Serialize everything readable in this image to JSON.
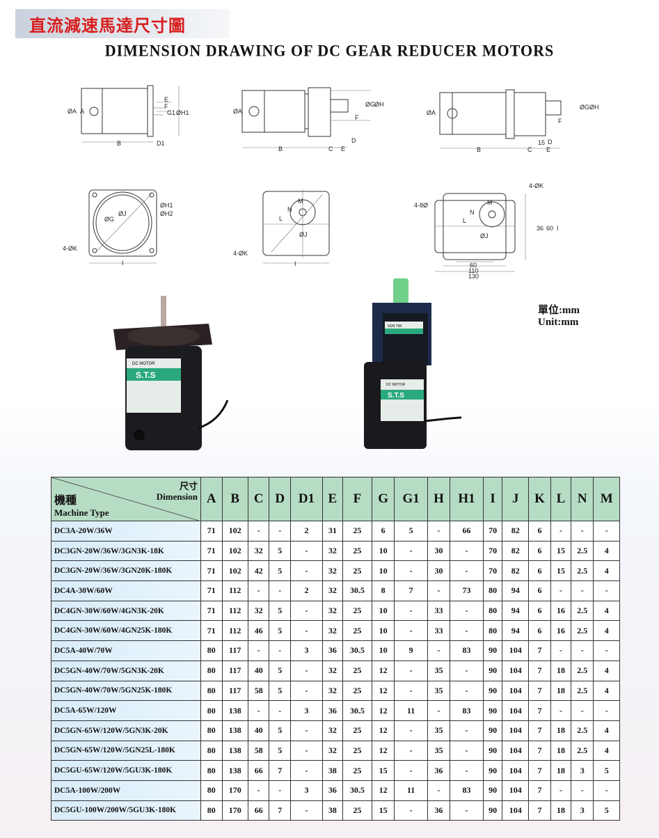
{
  "header": {
    "title_cn": "直流減速馬達尺寸圖",
    "title_en": "DIMENSION DRAWING OF DC GEAR REDUCER  MOTORS"
  },
  "labels": {
    "A": "A",
    "dA": "ØA",
    "B": "B",
    "C": "C",
    "D": "D",
    "D1": "D1",
    "E": "E",
    "F": "F",
    "G": "ØG",
    "G1": "G1",
    "H": "ØH",
    "H1": "ØH1",
    "H2": "ØH2",
    "I": "I",
    "J": "ØJ",
    "K4": "4-ØK",
    "L": "L",
    "M": "M",
    "N": "N",
    "B8": "4-8Ø",
    "d15": "15",
    "d36": "36",
    "d60": "60",
    "d110": "110",
    "d130": "130"
  },
  "unit": {
    "cn": "單位:mm",
    "en": "Unit:mm"
  },
  "photos": {
    "label1_top": "DC MOTOR",
    "brand": "S.T.S",
    "label2_top": "5GN   75K"
  },
  "table": {
    "corner": {
      "dimension_cn": "尺寸",
      "dimension_en": "Dimension",
      "type_cn": "機種",
      "type_en": "Machine Type"
    },
    "columns": [
      "A",
      "B",
      "C",
      "D",
      "D1",
      "E",
      "F",
      "G",
      "G1",
      "H",
      "H1",
      "I",
      "J",
      "K",
      "L",
      "N",
      "M"
    ],
    "rows": [
      {
        "type": "DC3A-20W/36W",
        "v": [
          "71",
          "102",
          "-",
          "-",
          "2",
          "31",
          "25",
          "6",
          "5",
          "-",
          "66",
          "70",
          "82",
          "6",
          "-",
          "-",
          "-"
        ]
      },
      {
        "type": "DC3GN-20W/36W/3GN3K-18K",
        "v": [
          "71",
          "102",
          "32",
          "5",
          "-",
          "32",
          "25",
          "10",
          "-",
          "30",
          "-",
          "70",
          "82",
          "6",
          "15",
          "2.5",
          "4"
        ]
      },
      {
        "type": "DC3GN-20W/36W/3GN20K-180K",
        "v": [
          "71",
          "102",
          "42",
          "5",
          "-",
          "32",
          "25",
          "10",
          "-",
          "30",
          "-",
          "70",
          "82",
          "6",
          "15",
          "2.5",
          "4"
        ]
      },
      {
        "type": "DC4A-30W/60W",
        "v": [
          "71",
          "112",
          "-",
          "-",
          "2",
          "32",
          "30.5",
          "8",
          "7",
          "-",
          "73",
          "80",
          "94",
          "6",
          "-",
          "-",
          "-"
        ]
      },
      {
        "type": "DC4GN-30W/60W/4GN3K-20K",
        "v": [
          "71",
          "112",
          "32",
          "5",
          "-",
          "32",
          "25",
          "10",
          "-",
          "33",
          "-",
          "80",
          "94",
          "6",
          "16",
          "2.5",
          "4"
        ]
      },
      {
        "type": "DC4GN-30W/60W/4GN25K-180K",
        "v": [
          "71",
          "112",
          "46",
          "5",
          "-",
          "32",
          "25",
          "10",
          "-",
          "33",
          "-",
          "80",
          "94",
          "6",
          "16",
          "2.5",
          "4"
        ]
      },
      {
        "type": "DC5A-40W/70W",
        "v": [
          "80",
          "117",
          "-",
          "-",
          "3",
          "36",
          "30.5",
          "10",
          "9",
          "-",
          "83",
          "90",
          "104",
          "7",
          "-",
          "-",
          "-"
        ]
      },
      {
        "type": "DC5GN-40W/70W/5GN3K-20K",
        "v": [
          "80",
          "117",
          "40",
          "5",
          "-",
          "32",
          "25",
          "12",
          "-",
          "35",
          "-",
          "90",
          "104",
          "7",
          "18",
          "2.5",
          "4"
        ]
      },
      {
        "type": "DC5GN-40W/70W/5GN25K-180K",
        "v": [
          "80",
          "117",
          "58",
          "5",
          "-",
          "32",
          "25",
          "12",
          "-",
          "35",
          "-",
          "90",
          "104",
          "7",
          "18",
          "2.5",
          "4"
        ]
      },
      {
        "type": "DC5A-65W/120W",
        "v": [
          "80",
          "138",
          "-",
          "-",
          "3",
          "36",
          "30.5",
          "12",
          "11",
          "-",
          "83",
          "90",
          "104",
          "7",
          "-",
          "-",
          "-"
        ]
      },
      {
        "type": "DC5GN-65W/120W/5GN3K-20K",
        "v": [
          "80",
          "138",
          "40",
          "5",
          "-",
          "32",
          "25",
          "12",
          "-",
          "35",
          "-",
          "90",
          "104",
          "7",
          "18",
          "2.5",
          "4"
        ]
      },
      {
        "type": "DC5GN-65W/120W/5GN25L-180K",
        "v": [
          "80",
          "138",
          "58",
          "5",
          "-",
          "32",
          "25",
          "12",
          "-",
          "35",
          "-",
          "90",
          "104",
          "7",
          "18",
          "2.5",
          "4"
        ]
      },
      {
        "type": "DC5GU-65W/120W/5GU3K-180K",
        "v": [
          "80",
          "138",
          "66",
          "7",
          "-",
          "38",
          "25",
          "15",
          "-",
          "36",
          "-",
          "90",
          "104",
          "7",
          "18",
          "3",
          "5"
        ]
      },
      {
        "type": "DC5A-100W/200W",
        "v": [
          "80",
          "170",
          "-",
          "-",
          "3",
          "36",
          "30.5",
          "12",
          "11",
          "-",
          "83",
          "90",
          "104",
          "7",
          "-",
          "-",
          "-"
        ]
      },
      {
        "type": "DC5GU-100W/200W/5GU3K-180K",
        "v": [
          "80",
          "170",
          "66",
          "7",
          "-",
          "38",
          "25",
          "15",
          "-",
          "36",
          "-",
          "90",
          "104",
          "7",
          "18",
          "3",
          "5"
        ]
      }
    ]
  }
}
